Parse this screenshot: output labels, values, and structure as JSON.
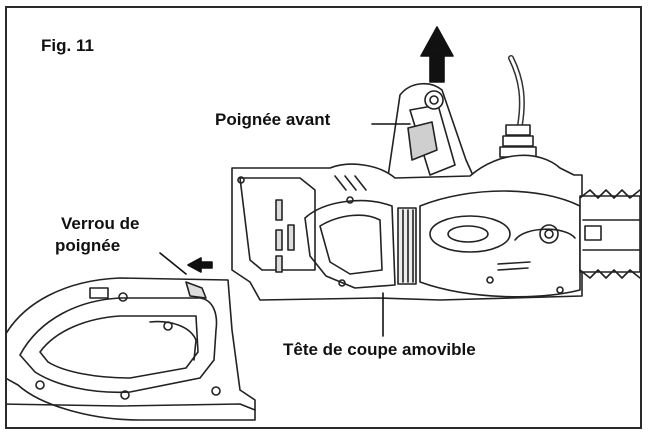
{
  "figure": {
    "title": "Fig. 11"
  },
  "labels": {
    "front_handle": "Poignée avant",
    "handle_lock_line1": "Verrou de",
    "handle_lock_line2": "poignée",
    "removable_head": "Tête de coupe amovible"
  },
  "colors": {
    "ink": "#111111",
    "line": "#222222",
    "shade": "#d9d9d9",
    "background": "#ffffff"
  }
}
